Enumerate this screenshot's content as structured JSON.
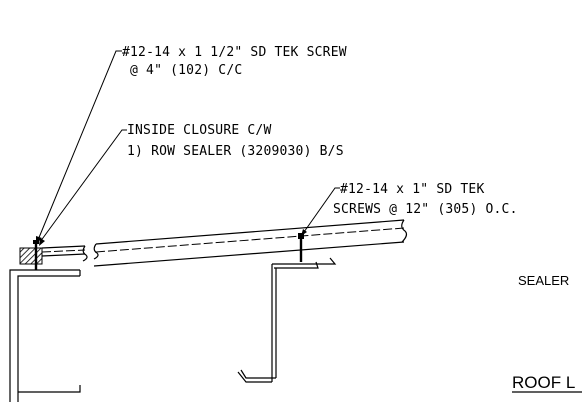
{
  "notes": {
    "screw_top": {
      "line1": "#12-14 x 1 1/2\" SD TEK SCREW",
      "line2": "@ 4\" (102) C/C"
    },
    "closure": {
      "line1": "INSIDE CLOSURE C/W",
      "line2": "1) ROW SEALER (3209030) B/S"
    },
    "screw_mid": {
      "line1": "#12-14 x 1\" SD TEK",
      "line2": "SCREWS @ 12\" (305) O.C."
    }
  },
  "sealer_label": "SEALER",
  "title": "ROOF L"
}
